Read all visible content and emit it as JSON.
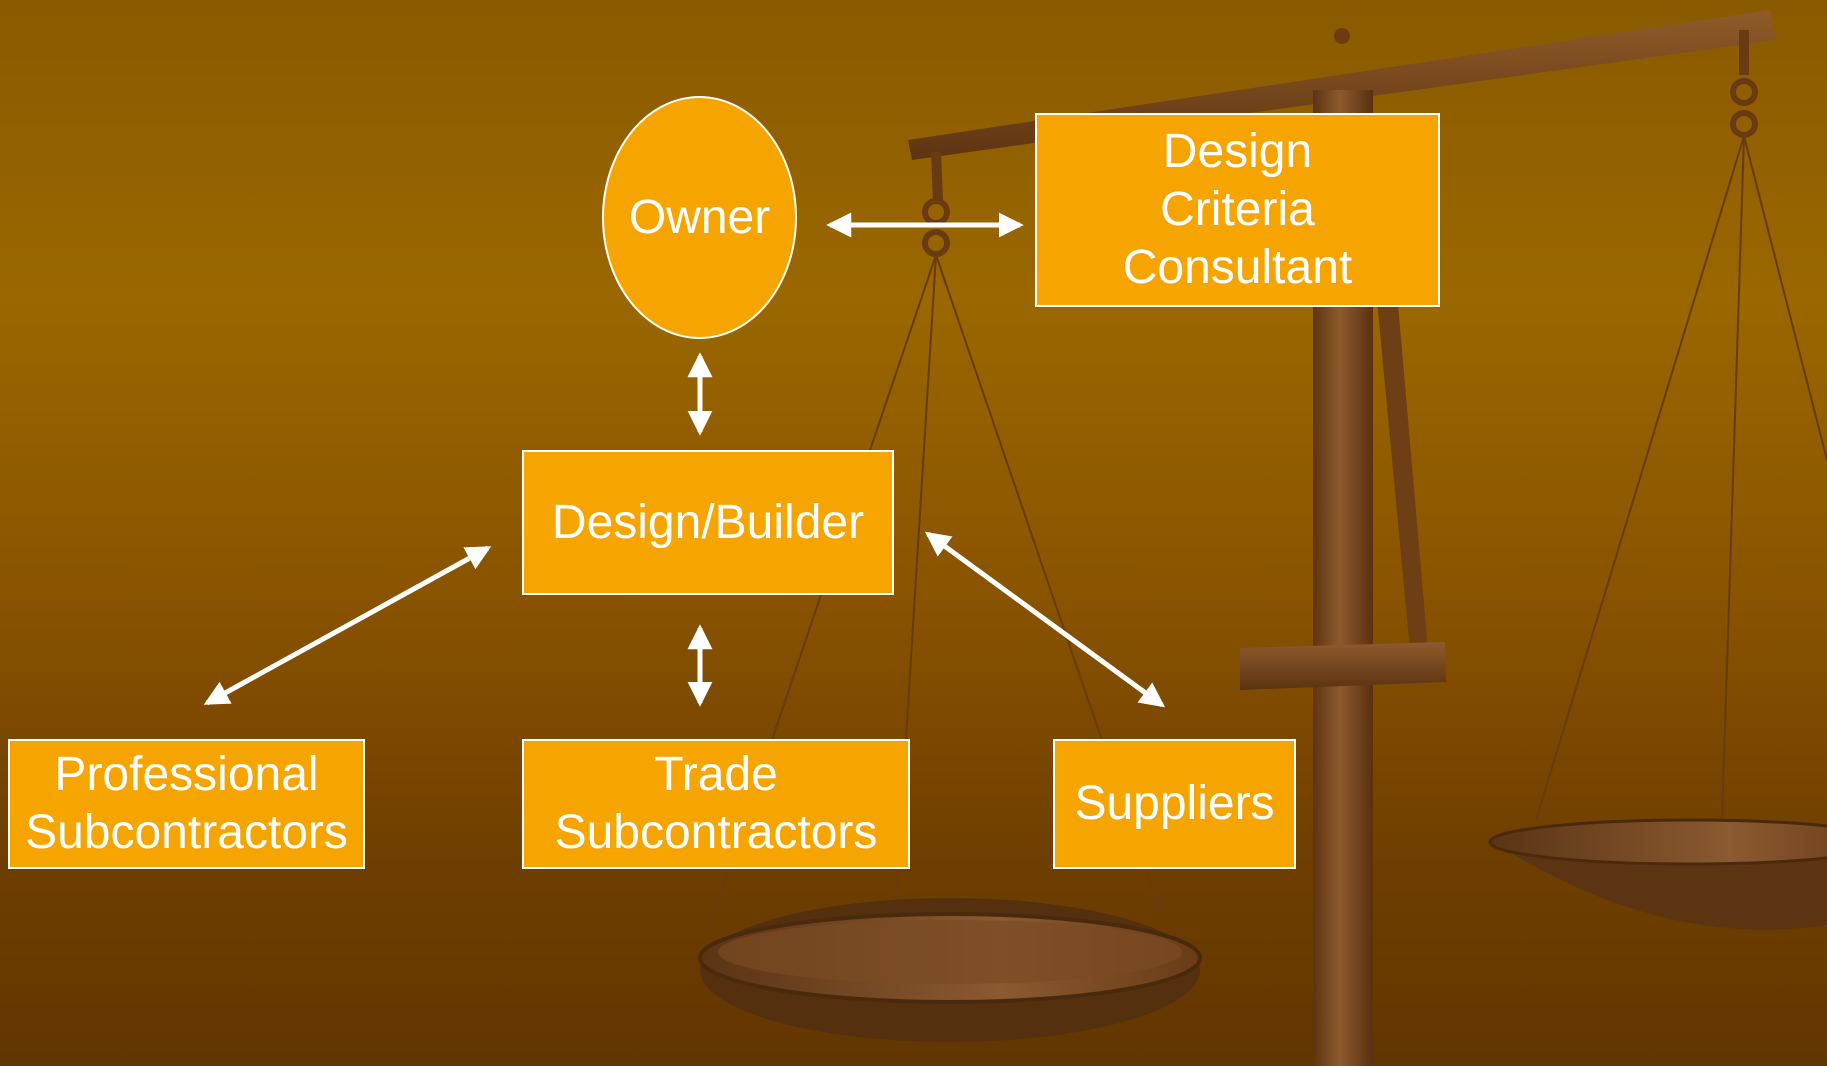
{
  "background": {
    "gradient_top": "#9a6700",
    "gradient_bottom": "#623600",
    "illustration": "scales-of-justice"
  },
  "colors": {
    "node_fill": "#f6a500",
    "node_border": "#ffffff",
    "text": "#ffffff",
    "arrow": "#ffffff"
  },
  "nodes": {
    "owner": {
      "label": "Owner",
      "shape": "ellipse"
    },
    "design_criteria_consultant": {
      "label": "Design\nCriteria\nConsultant",
      "shape": "rectangle"
    },
    "design_builder": {
      "label": "Design/Builder",
      "shape": "rectangle"
    },
    "professional_subcontractors": {
      "label": "Professional\nSubcontractors",
      "shape": "rectangle"
    },
    "trade_subcontractors": {
      "label": "Trade\nSubcontractors",
      "shape": "rectangle"
    },
    "suppliers": {
      "label": "Suppliers",
      "shape": "rectangle"
    }
  },
  "edges": [
    {
      "from": "owner",
      "to": "design_criteria_consultant",
      "direction": "both"
    },
    {
      "from": "owner",
      "to": "design_builder",
      "direction": "both"
    },
    {
      "from": "design_builder",
      "to": "professional_subcontractors",
      "direction": "both"
    },
    {
      "from": "design_builder",
      "to": "trade_subcontractors",
      "direction": "both"
    },
    {
      "from": "design_builder",
      "to": "suppliers",
      "direction": "both"
    }
  ]
}
